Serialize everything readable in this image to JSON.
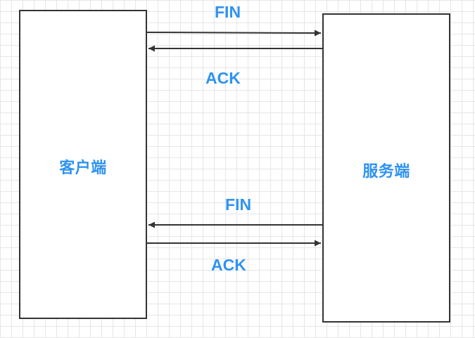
{
  "nodes": {
    "client": {
      "label": "客户端"
    },
    "server": {
      "label": "服务端"
    }
  },
  "messages": [
    {
      "label": "FIN",
      "from": "client",
      "to": "server"
    },
    {
      "label": "ACK",
      "from": "server",
      "to": "client"
    },
    {
      "label": "FIN",
      "from": "server",
      "to": "client"
    },
    {
      "label": "ACK",
      "from": "client",
      "to": "server"
    }
  ],
  "colors": {
    "label": "#2f93f0",
    "stroke": "#333333",
    "grid": "#e6e6e6"
  }
}
